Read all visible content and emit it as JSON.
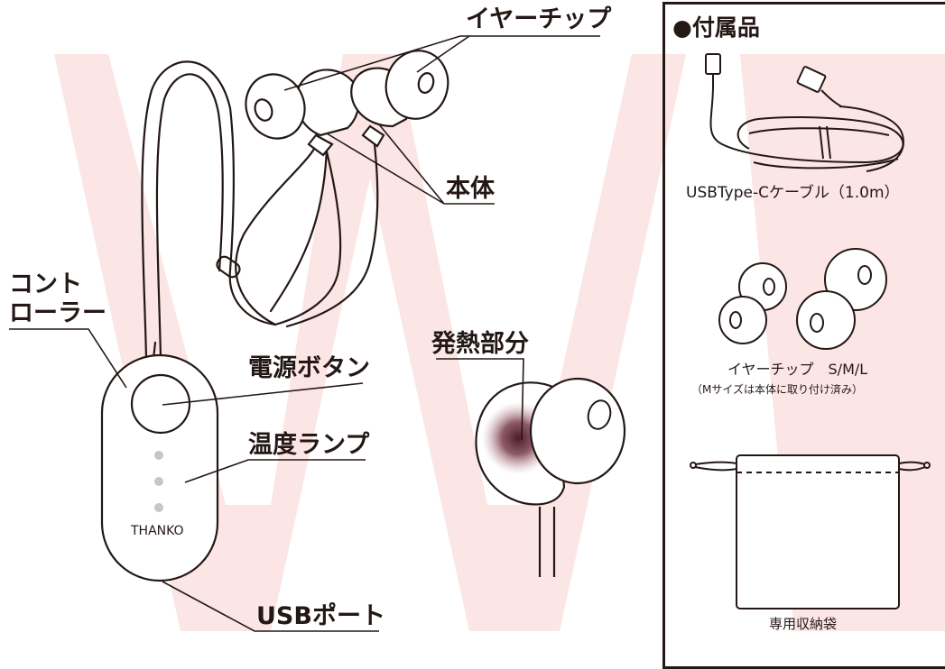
{
  "labels": {
    "eartip": "イヤーチップ",
    "body": "本体",
    "controller_line1": "コント",
    "controller_line2": "ローラー",
    "power_button": "電源ボタン",
    "temp_lamp": "温度ランプ",
    "usb_port": "USBポート",
    "heating_part": "発熱部分",
    "brand": "THANKO"
  },
  "accessories": {
    "title": "●付属品",
    "cable": "USBType-Cケーブル（1.0m）",
    "eartips": "イヤーチップ　S/M/L",
    "eartips_note": "（Mサイズは本体に取り付け済み）",
    "pouch": "専用収納袋"
  },
  "colors": {
    "ink": "#231815",
    "watermark": "#fbe4e4",
    "heat": "#5a2a35",
    "lamp": "#c9c5c3"
  }
}
